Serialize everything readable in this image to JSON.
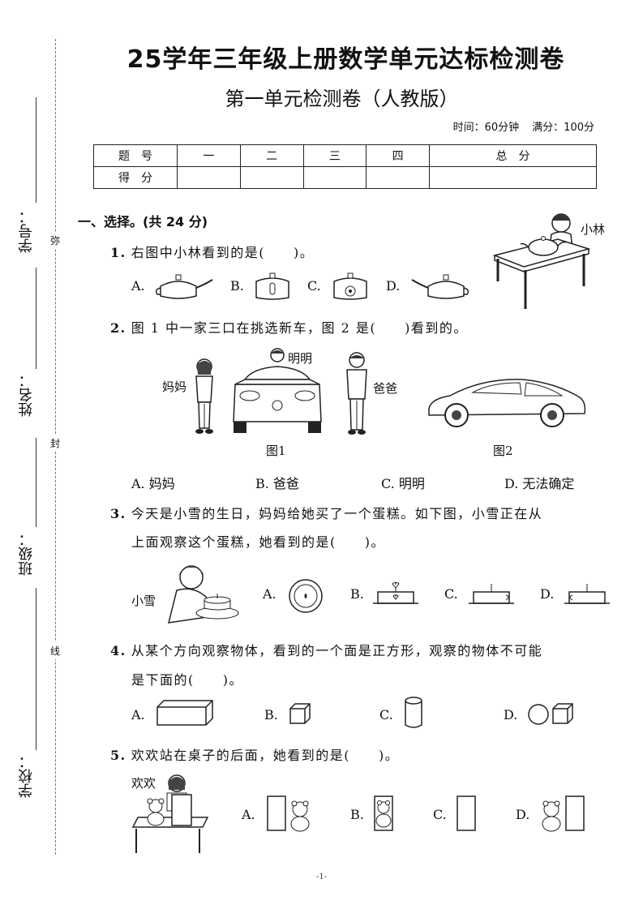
{
  "header": {
    "title": "25学年三年级上册数学单元达标检测卷",
    "subtitle": "第一单元检测卷（人教版）",
    "time": "时间：60分钟",
    "full_score": "满分：100分"
  },
  "score_table": {
    "row1": [
      "题　号",
      "一",
      "二",
      "三",
      "四",
      "总　分"
    ],
    "row2": [
      "得　分",
      "",
      "",
      "",
      "",
      ""
    ]
  },
  "binding": {
    "fields": [
      "学号：",
      "姓名：",
      "班级：",
      "学校："
    ],
    "seal_chars": [
      "弥",
      "封",
      "线"
    ]
  },
  "section1": {
    "heading": "一、选择。(共 24 分)"
  },
  "questions": {
    "q1": {
      "num": "1.",
      "text": "右图中小林看到的是(　　)。",
      "figure_label": "小林",
      "options": [
        "A.",
        "B.",
        "C.",
        "D."
      ]
    },
    "q2": {
      "num": "2.",
      "text": "图 1 中一家三口在挑选新车，图 2 是(　　)看到的。",
      "labels": {
        "mom": "妈妈",
        "ming": "明明",
        "dad": "爸爸",
        "fig1": "图1",
        "fig2": "图2"
      },
      "options": [
        "A.  妈妈",
        "B.  爸爸",
        "C.  明明",
        "D.  无法确定"
      ]
    },
    "q3": {
      "num": "3.",
      "text_line1": "今天是小雪的生日，妈妈给她买了一个蛋糕。如下图，小雪正在从",
      "text_line2": "上面观察这个蛋糕，她看到的是(　　)。",
      "figure_label": "小雪",
      "options": [
        "A.",
        "B.",
        "C.",
        "D."
      ]
    },
    "q4": {
      "num": "4.",
      "text_line1": "从某个方向观察物体，看到的一个面是正方形，观察的物体不可能",
      "text_line2": "是下面的(　　)。",
      "options": [
        "A.",
        "B.",
        "C.",
        "D."
      ]
    },
    "q5": {
      "num": "5.",
      "text": "欢欢站在桌子的后面，她看到的是(　　)。",
      "figure_label": "欢欢",
      "options": [
        "A.",
        "B.",
        "C.",
        "D."
      ]
    }
  },
  "footer": {
    "page": "-1-"
  }
}
